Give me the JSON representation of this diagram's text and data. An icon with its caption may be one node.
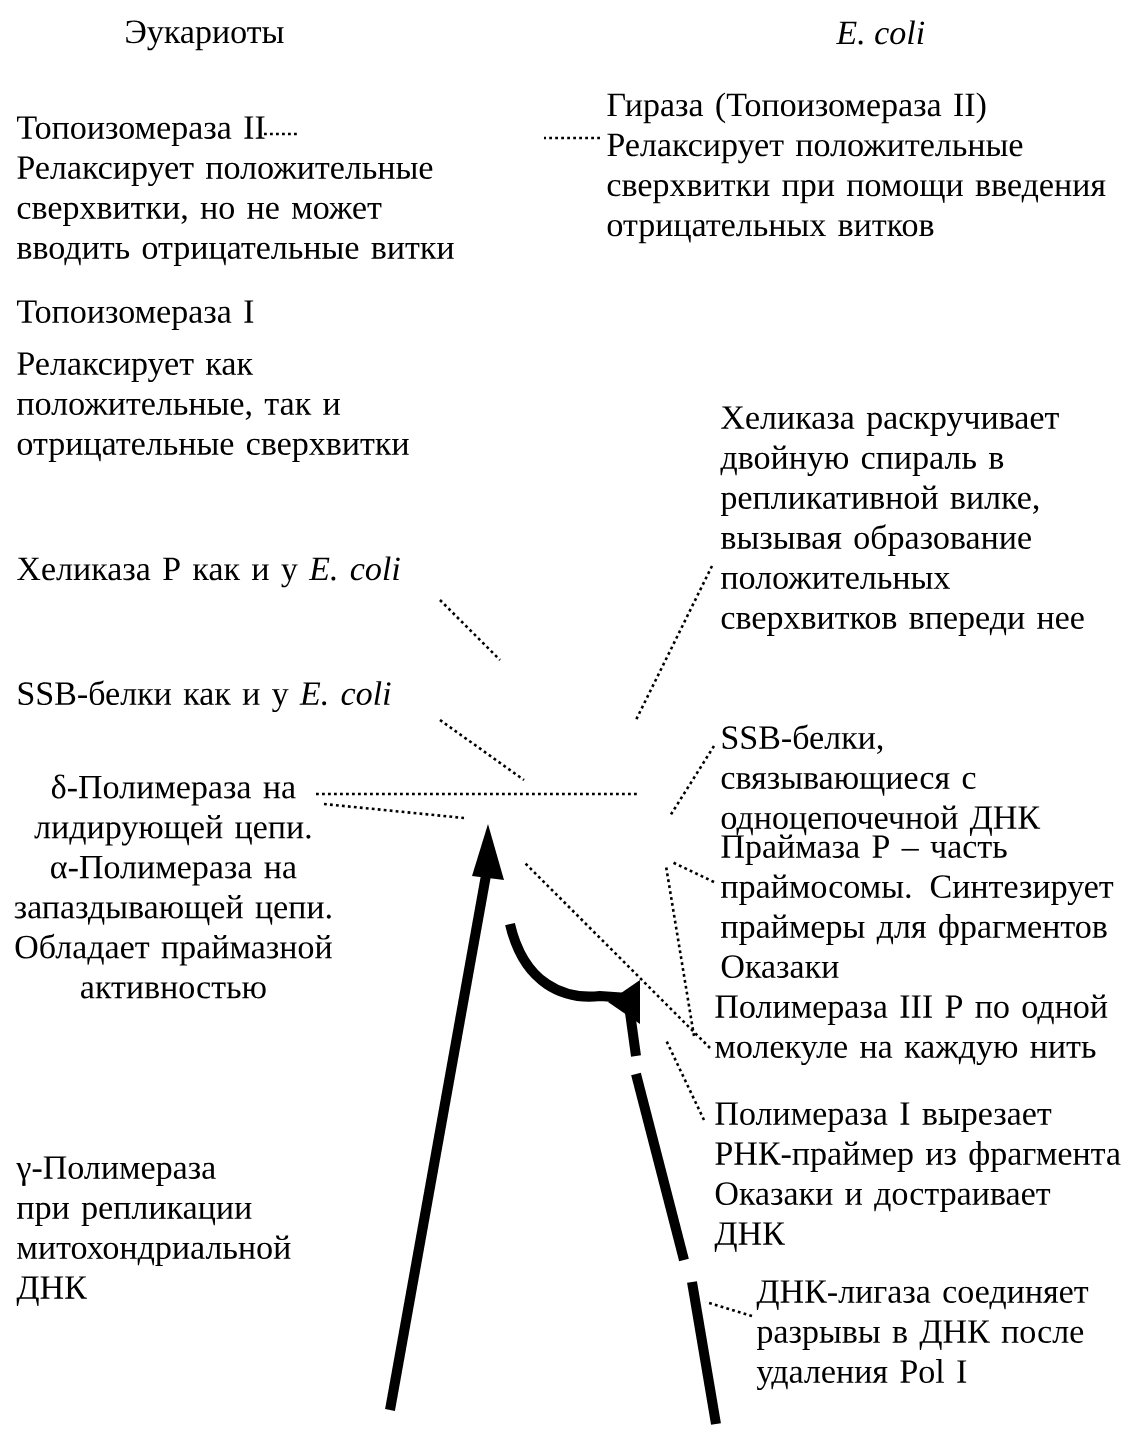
{
  "diagram": {
    "nodes": [
      {
        "text": [
          "Топоизомераза II",
          "Релаксирует положительные сверхвитки, но не может вводить отрицательные витки"
        ]
      },
      {
        "text": [
          "Топоизомераза I",
          "Релаксирует как положительные, так и отрицательные сверхвитки"
        ]
      },
      {
        "text": [
          "Хеликаза Р как и у *E. coli*"
        ]
      },
      {
        "text": [
          "SSB-белки как и у *E. coli*"
        ]
      },
      {
        "text": [
          "δ-Полимераза на лидирующей цепи. α-Полимераза на запаздывающей цепи. Обладает праймазной активностью"
        ]
      },
      {
        "text": [
          "γ-Полимераза при репликации митохондриальной ДНК"
        ]
      },
      {
        "text": [
          "Гираза (Топоизомераза II)",
          "Релаксирует положительные сверхвитки при помощи введения отрицательных витков"
        ]
      },
      {
        "text": [
          "Хеликаза раскручивает двойную спираль в репликативной вилке, вызывая образование положительных сверхвитков впереди нее"
        ]
      },
      {
        "text": [
          "SSB-белки, связывающиеся с одноцепочечной ДНК"
        ]
      },
      {
        "text": [
          "Праймаза Р – часть праймосомы. Синтезирует праймеры для фрагментов Оказаки"
        ]
      },
      {
        "text": [
          "Полимераза III Р по одной молекуле на каждую нить"
        ]
      },
      {
        "text": [
          "Полимераза I вырезает РНК-праймер из фрагмента Оказаки и достраивает ДНК"
        ]
      },
      {
        "text": [
          "ДНК-лигаза соединяет разрывы в ДНК после удаления Pol I"
        ]
      }
    ],
    "edges": [
      {
        "from": 0,
        "to": null,
        "arrow": "none"
      },
      {
        "from": 6,
        "to": null,
        "arrow": "none"
      },
      {
        "from": 2,
        "to": null,
        "arrow": "none"
      },
      {
        "from": 3,
        "to": null,
        "arrow": "none"
      },
      {
        "from": 4,
        "to": null,
        "arrow": "none"
      },
      {
        "from": 4,
        "to": null,
        "arrow": "none"
      },
      {
        "from": 7,
        "to": null,
        "arrow": "none"
      },
      {
        "from": 8,
        "to": null,
        "arrow": "none"
      },
      {
        "from": 9,
        "to": null,
        "arrow": "none"
      },
      {
        "from": 10,
        "to": null,
        "arrow": "none"
      },
      {
        "from": 10,
        "to": null,
        "arrow": "none"
      },
      {
        "from": 11,
        "to": null,
        "arrow": "none"
      },
      {
        "from": 12,
        "to": null,
        "arrow": "none"
      }
    ],
    "labels": [
      "Эукариоты",
      "E. coli"
    ]
  }
}
